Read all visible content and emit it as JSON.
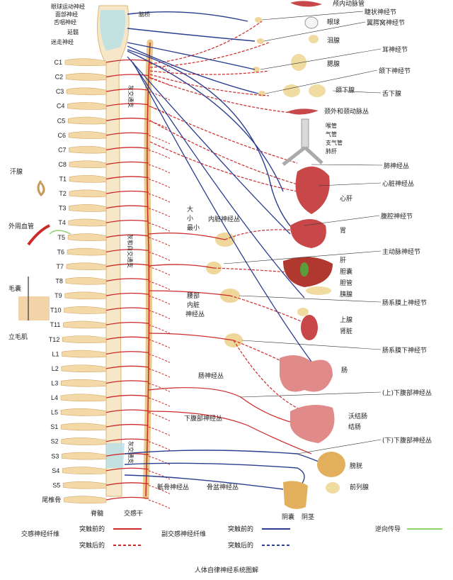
{
  "colors": {
    "preganglionic": "#cc2a2a",
    "parasympathetic": "#2b3f8f",
    "retrograde": "#8fd16a",
    "bone": "#f3d9a8",
    "ganglion": "#efd69a",
    "organ": "#c8484a",
    "cord": "#b8e0e8"
  },
  "labels": {
    "cranial": [
      "眼球运动神经",
      "面部神经",
      "舌咽神经",
      "延髓",
      "迷走神经"
    ],
    "midbrain": "脑桥",
    "segments": [
      "C1",
      "C2",
      "C3",
      "C4",
      "C5",
      "C6",
      "C7",
      "C8",
      "T1",
      "T2",
      "T3",
      "T4",
      "T5",
      "T6",
      "T7",
      "T8",
      "T9",
      "T10",
      "T11",
      "T12",
      "L1",
      "L2",
      "L3",
      "L4",
      "L5",
      "S1",
      "S2",
      "S3",
      "S4",
      "S5",
      "尾椎骨"
    ],
    "left_skin": {
      "sweat": "汗腺",
      "vessel": "外周血管",
      "hair": "毛囊",
      "erector": "立毛肌"
    },
    "vertical_left": "灰交通支",
    "vertical_mid": "灰和白交通支",
    "vertical_low": "灰交通支",
    "plexus_small": [
      "大",
      "小",
      "最小"
    ],
    "visceral": "内脏神经丛",
    "lumbar": [
      "腰部",
      "内脏",
      "神经丛"
    ],
    "intestinal": "肠神经丛",
    "hypogastric": "下腹部神经丛",
    "sacral": "骶骨神经丛",
    "pelvic": "骨盆神经丛",
    "bottom_cord": "脊髓",
    "bottom_trunk": "交感干",
    "right": {
      "ganglia": [
        "颅内动脉管",
        "睫状神经节",
        "翼腭窝神经节",
        "耳神经节",
        "颌下神经节",
        "舌下腺",
        "颈外和颈动脉丛",
        "肺神经丛",
        "心脏神经丛",
        "腹腔神经节",
        "主动脉神经节",
        "肠系膜上神经节",
        "肠系膜下神经节",
        "(上)下腹部神经丛",
        "(下)下腹部神经丛"
      ],
      "organs": {
        "eye": "眼球",
        "lacrimal": "泪腺",
        "parotid": "腮腺",
        "submandibular": "颌下腺",
        "throat": [
          "喉管",
          "气管",
          "支气管",
          "肺肝"
        ],
        "heart": "心肝",
        "stomach": "胃",
        "liver": [
          "肝",
          "胆囊",
          "胆管",
          "胰腺"
        ],
        "adrenal": [
          "上腺",
          "肾脏"
        ],
        "intestine": "肠",
        "colon": [
          "沃结肠",
          "结肠"
        ],
        "bladder": "膀胱",
        "prostate": "前列腺",
        "genital": [
          "阴囊",
          "阴茎"
        ]
      }
    }
  },
  "legend": {
    "symp_title": "交感神经纤维",
    "para_title": "副交感神经纤维",
    "pre": "突触前的",
    "post": "突触后的",
    "retro": "逆向传导"
  },
  "caption": "人体自律神经系统图解"
}
